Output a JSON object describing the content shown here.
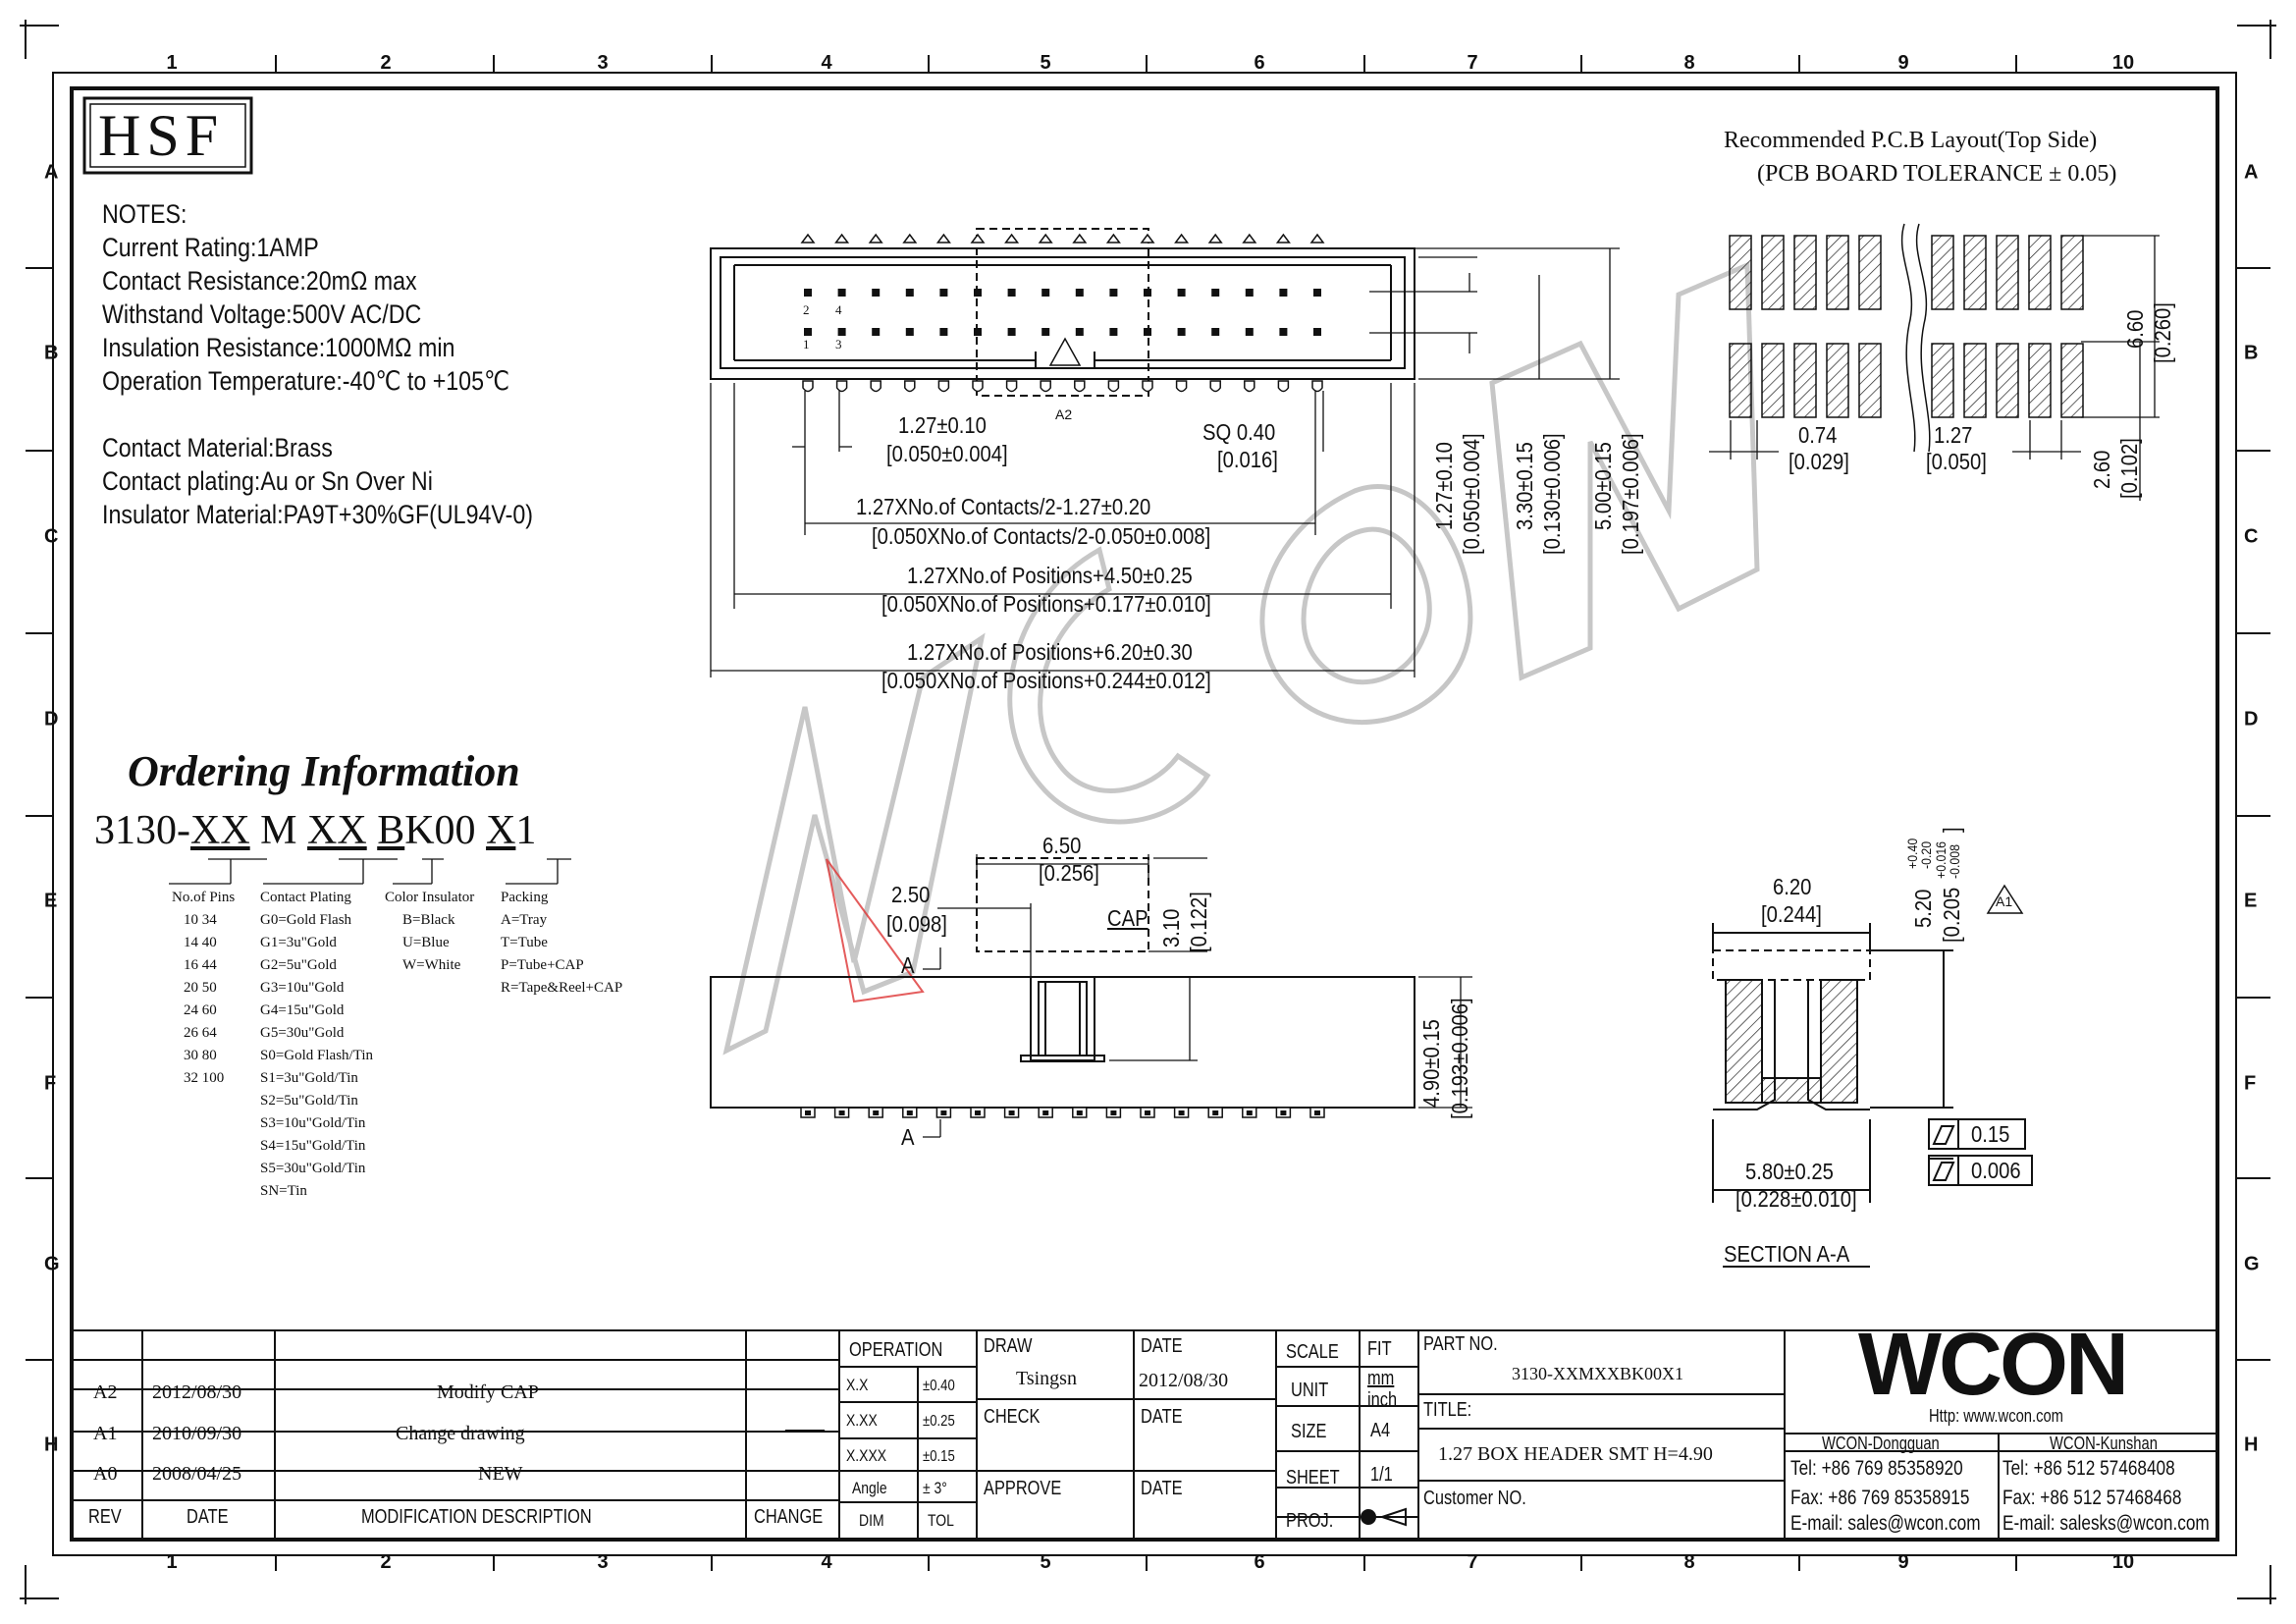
{
  "logo": "HSF",
  "grid": {
    "columns": [
      "1",
      "2",
      "3",
      "4",
      "5",
      "6",
      "7",
      "8",
      "9",
      "10"
    ],
    "rows": [
      "A",
      "B",
      "C",
      "D",
      "E",
      "F",
      "G",
      "H"
    ]
  },
  "notes": {
    "title": "NOTES:",
    "lines": [
      "Current Rating:1AMP",
      "Contact Resistance:20mΩ  max",
      "Withstand Voltage:500V AC/DC",
      "Insulation Resistance:1000MΩ min",
      "Operation Temperature:-40℃ to +105℃",
      "Contact Material:Brass",
      "Contact plating:Au or Sn Over Ni",
      "Insulator Material:PA9T+30%GF(UL94V-0)"
    ]
  },
  "pcb_layout": {
    "title": "Recommended P.C.B Layout(Top Side)",
    "subtitle": "(PCB BOARD TOLERANCE ± 0.05)",
    "dims": {
      "width": "0.74",
      "width_in": "[0.029]",
      "pitch": "1.27",
      "pitch_in": "[0.050]",
      "height": "6.60",
      "height_in": "[0.260]",
      "pad": "2.60",
      "pad_in": "[0.102]"
    }
  },
  "top_view": {
    "pin_labels": [
      "2",
      "4",
      "1",
      "3"
    ],
    "pitch": "1.27±0.10",
    "pitch_in": "[0.050±0.004]",
    "sq": "SQ 0.40",
    "sq_in": "[0.016]",
    "contacts": "1.27XNo.of  Contacts/2-1.27±0.20",
    "contacts_in": "[0.050XNo.of  Contacts/2-0.050±0.008]",
    "positions1": "1.27XNo.of  Positions+4.50±0.25",
    "positions1_in": "[0.050XNo.of  Positions+0.177±0.010]",
    "positions2": "1.27XNo.of  Positions+6.20±0.30",
    "positions2_in": "[0.050XNo.of  Positions+0.244±0.012]",
    "v1": "1.27±0.10",
    "v1_in": "[0.050±0.004]",
    "v2": "3.30±0.15",
    "v2_in": "[0.130±0.006]",
    "v3": "5.00±0.15",
    "v3_in": "[0.197±0.006]",
    "rev_mark": "A2"
  },
  "side_view": {
    "d650": "6.50",
    "d650_in": "[0.256]",
    "d250": "2.50",
    "d250_in": "[0.098]",
    "cap": "CAP",
    "d310": "3.10",
    "d310_in": "[0.122]",
    "d490": "4.90±0.15",
    "d490_in": "[0.193±0.006]",
    "section_mark": "A"
  },
  "section": {
    "d620": "6.20",
    "d620_in": "[0.244]",
    "d520": "5.20",
    "d520_tol_up": "+0.40",
    "d520_tol_dn": "-0.20",
    "d520_in": "[0.205",
    "d520_in_up": "+0.016",
    "d520_in_dn": "-0.008",
    "d520_close": "]",
    "d580": "5.80±0.25",
    "d580_in": "[0.228±0.010]",
    "flat1": "0.15",
    "flat2": "0.006",
    "title": "SECTION  A-A",
    "rev_mark": "A1"
  },
  "ordering": {
    "title": "Ordering Information",
    "part": [
      "3130-",
      "XX",
      "M",
      "XX",
      "B",
      "K00",
      "X",
      "1"
    ],
    "pins_header": "No.of Pins",
    "pins": [
      "10  34",
      "14  40",
      "16  44",
      "20  50",
      "24  60",
      "26  64",
      "30  80",
      "32 100"
    ],
    "plating_header": "Contact Plating",
    "plating": [
      "G0=Gold Flash",
      "G1=3u\"Gold",
      "G2=5u\"Gold",
      "G3=10u\"Gold",
      "G4=15u\"Gold",
      "G5=30u\"Gold",
      "S0=Gold Flash/Tin",
      "S1=3u\"Gold/Tin",
      "S2=5u\"Gold/Tin",
      "S3=10u\"Gold/Tin",
      "S4=15u\"Gold/Tin",
      "S5=30u\"Gold/Tin",
      "SN=Tin"
    ],
    "color_header": "Color Insulator",
    "colors": [
      "B=Black",
      "U=Blue",
      "W=White"
    ],
    "packing_header": "Packing",
    "packing": [
      "A=Tray",
      "T=Tube",
      "P=Tube+CAP",
      "R=Tape&Reel+CAP"
    ]
  },
  "watermark": "WCON",
  "title_block": {
    "revisions": [
      {
        "rev": "A2",
        "date": "2012/08/30",
        "desc": "Modify CAP",
        "change": "——"
      },
      {
        "rev": "A1",
        "date": "2010/09/30",
        "desc": "Change drawing",
        "change": "——"
      },
      {
        "rev": "A0",
        "date": "2008/04/25",
        "desc": "NEW",
        "change": "——"
      }
    ],
    "headers": {
      "rev": "REV",
      "date": "DATE",
      "desc": "MODIFICATION DESCRIPTION",
      "change": "CHANGE"
    },
    "operation": "OPERATION",
    "tol": [
      [
        "X.X",
        "±0.40"
      ],
      [
        "X.XX",
        "±0.25"
      ],
      [
        "X.XXX",
        "±0.15"
      ],
      [
        "Angle",
        "± 3°"
      ]
    ],
    "dim": "DIM",
    "tolh": "TOL",
    "draw": "DRAW",
    "drawer": "Tsingsn",
    "date_label": "DATE",
    "draw_date": "2012/08/30",
    "check": "CHECK",
    "check_date": "DATE",
    "approve": "APPROVE",
    "approve_date": "DATE",
    "scale": "SCALE",
    "scale_val": "FIT",
    "unit": "UNIT",
    "unit_val1": "mm",
    "unit_val2": "inch",
    "size": "SIZE",
    "size_val": "A4",
    "sheet": "SHEET",
    "sheet_val": "1/1",
    "proj": "PROJ.",
    "part_no_label": "PART NO.",
    "part_no": "3130-XXMXXBK00X1",
    "title_label": "TITLE:",
    "title": "1.27 BOX HEADER SMT H=4.90",
    "customer_label": "Customer NO.",
    "company": "WCON",
    "http": "Http: www.wcon.com",
    "dg": "WCON-Dongguan",
    "ks": "WCON-Kunshan",
    "dg_tel": "Tel: +86 769 85358920",
    "ks_tel": "Tel: +86 512 57468408",
    "dg_fax": "Fax: +86 769 85358915",
    "ks_fax": "Fax: +86 512 57468468",
    "dg_mail": "E-mail: sales@wcon.com",
    "ks_mail": "E-mail: salesks@wcon.com"
  }
}
